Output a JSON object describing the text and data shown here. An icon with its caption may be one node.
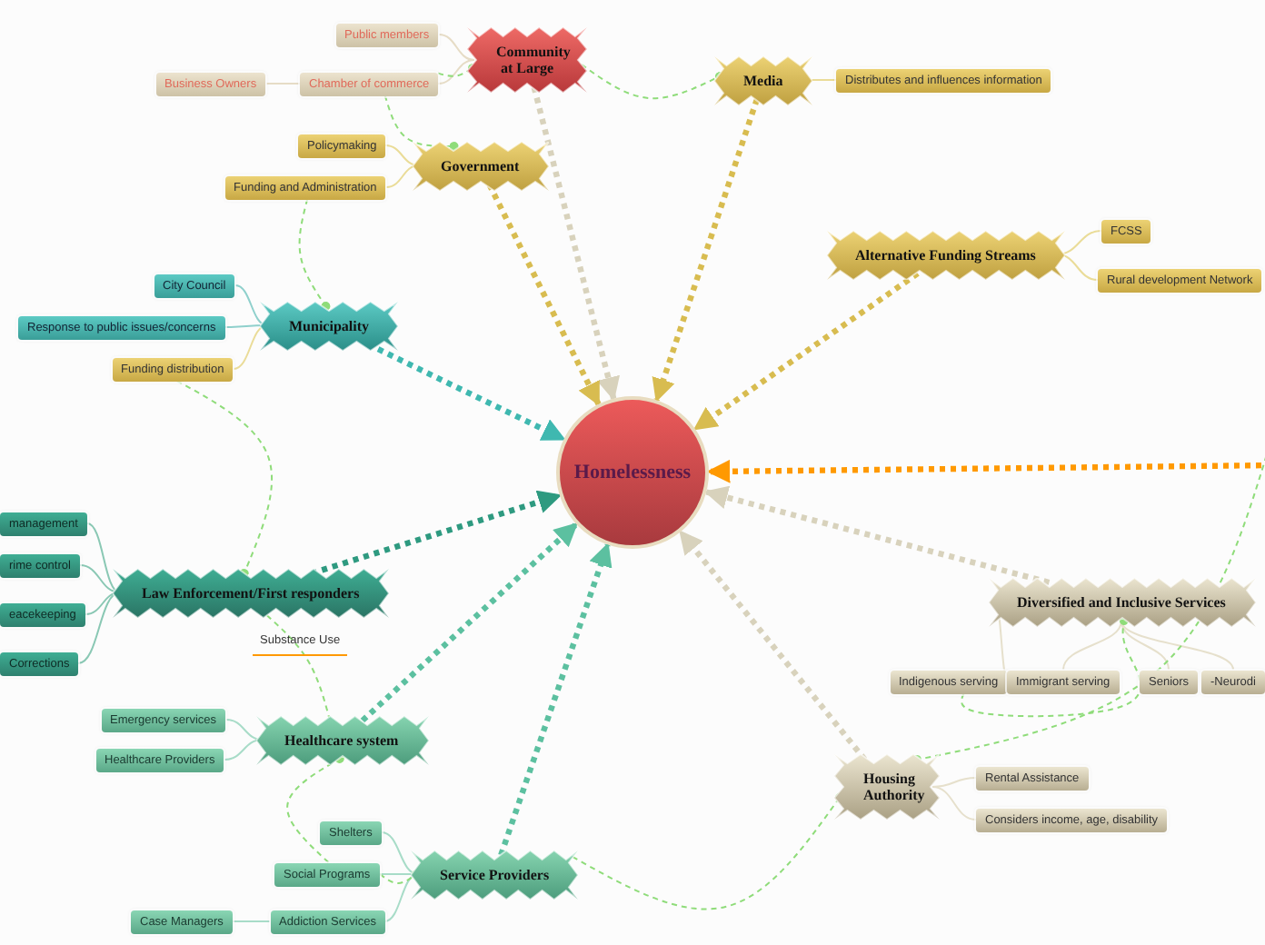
{
  "diagram": {
    "nodes": [
      {
        "text": [
          "Homelessness"
        ]
      },
      {
        "text": [
          "Community at Large"
        ]
      },
      {
        "text": [
          "Public members"
        ]
      },
      {
        "text": [
          "Business Owners"
        ]
      },
      {
        "text": [
          "Chamber of commerce"
        ]
      },
      {
        "text": [
          "Media"
        ]
      },
      {
        "text": [
          "Distributes and influences information"
        ]
      },
      {
        "text": [
          "Government"
        ]
      },
      {
        "text": [
          "Policymaking"
        ]
      },
      {
        "text": [
          "Funding and Administration"
        ]
      },
      {
        "text": [
          "Alternative Funding Streams"
        ]
      },
      {
        "text": [
          "FCSS"
        ]
      },
      {
        "text": [
          "Rural development Network"
        ]
      },
      {
        "text": [
          "Municipality"
        ]
      },
      {
        "text": [
          "City Council"
        ]
      },
      {
        "text": [
          "Response to public issues/concerns"
        ]
      },
      {
        "text": [
          "Funding distribution"
        ]
      },
      {
        "text": [
          "Law Enforcement/First responders"
        ]
      },
      {
        "text": [
          "management"
        ]
      },
      {
        "text": [
          "rime control"
        ]
      },
      {
        "text": [
          "eacekeeping"
        ]
      },
      {
        "text": [
          "Corrections"
        ]
      },
      {
        "text": [
          "Diversified and Inclusive Services"
        ]
      },
      {
        "text": [
          "Indigenous serving"
        ]
      },
      {
        "text": [
          "Immigrant serving"
        ]
      },
      {
        "text": [
          "Seniors"
        ]
      },
      {
        "text": [
          "-Neurodi"
        ]
      },
      {
        "text": [
          "Healthcare system"
        ]
      },
      {
        "text": [
          "Emergency services"
        ]
      },
      {
        "text": [
          "Healthcare Providers"
        ]
      },
      {
        "text": [
          "Housing Authority"
        ]
      },
      {
        "text": [
          "Rental Assistance"
        ]
      },
      {
        "text": [
          "Considers income, age, disability"
        ]
      },
      {
        "text": [
          "Service Providers"
        ]
      },
      {
        "text": [
          "Shelters"
        ]
      },
      {
        "text": [
          "Social Programs"
        ]
      },
      {
        "text": [
          "Addiction Services"
        ]
      },
      {
        "text": [
          "Case Managers"
        ]
      }
    ],
    "edges": [
      {
        "from": 1,
        "to": 0,
        "arrow": "to",
        "style": "dashed",
        "color": "#d8d2bc"
      },
      {
        "from": 5,
        "to": 0,
        "arrow": "to",
        "style": "dashed",
        "color": "#d8bc50"
      },
      {
        "from": 7,
        "to": 0,
        "arrow": "to",
        "style": "dashed",
        "color": "#d8bc50"
      },
      {
        "from": 10,
        "to": 0,
        "arrow": "to",
        "style": "dashed",
        "color": "#d8bc50"
      },
      {
        "from": 13,
        "to": 0,
        "arrow": "to",
        "style": "dashed",
        "color": "#3fb8b0"
      },
      {
        "from": 17,
        "to": 0,
        "arrow": "to",
        "style": "dashed",
        "color": "#2e9a80"
      },
      {
        "from": 27,
        "to": 0,
        "arrow": "to",
        "style": "dashed",
        "color": "#5cc0a0"
      },
      {
        "from": 33,
        "to": 0,
        "arrow": "to",
        "style": "dashed",
        "color": "#5cc0a0"
      },
      {
        "from": 30,
        "to": 0,
        "arrow": "to",
        "style": "dashed",
        "color": "#d8d2bc"
      },
      {
        "from": 22,
        "to": 0,
        "arrow": "to",
        "style": "dashed",
        "color": "#d8d2bc"
      },
      {
        "from": null,
        "to": 0,
        "arrow": "to",
        "style": "dashed",
        "color": "#ff9900"
      },
      {
        "from": 1,
        "to": 2,
        "arrow": "none",
        "color": "#e6dcc6"
      },
      {
        "from": 1,
        "to": 4,
        "arrow": "none",
        "color": "#e6dcc6"
      },
      {
        "from": 4,
        "to": 3,
        "arrow": "none",
        "color": "#e6dcc6"
      },
      {
        "from": 5,
        "to": 6,
        "arrow": "none",
        "color": "#eadc98"
      },
      {
        "from": 7,
        "to": 8,
        "arrow": "none",
        "color": "#eadc98"
      },
      {
        "from": 7,
        "to": 9,
        "arrow": "none",
        "color": "#eadc98"
      },
      {
        "from": 10,
        "to": 11,
        "arrow": "none",
        "color": "#eadc98"
      },
      {
        "from": 10,
        "to": 12,
        "arrow": "none",
        "color": "#eadc98"
      },
      {
        "from": 13,
        "to": 14,
        "arrow": "none",
        "color": "#8fd0cc"
      },
      {
        "from": 13,
        "to": 15,
        "arrow": "none",
        "color": "#8fd0cc"
      },
      {
        "from": 13,
        "to": 16,
        "arrow": "none",
        "color": "#eadc98"
      },
      {
        "from": 17,
        "to": 18,
        "arrow": "none",
        "color": "#8ac8b4"
      },
      {
        "from": 17,
        "to": 19,
        "arrow": "none",
        "color": "#8ac8b4"
      },
      {
        "from": 17,
        "to": 20,
        "arrow": "none",
        "color": "#8ac8b4"
      },
      {
        "from": 17,
        "to": 21,
        "arrow": "none",
        "color": "#8ac8b4"
      },
      {
        "from": 22,
        "to": 23,
        "arrow": "none",
        "color": "#e6e0cc"
      },
      {
        "from": 22,
        "to": 24,
        "arrow": "none",
        "color": "#e6e0cc"
      },
      {
        "from": 22,
        "to": 25,
        "arrow": "none",
        "color": "#e6e0cc"
      },
      {
        "from": 22,
        "to": 26,
        "arrow": "none",
        "color": "#e6e0cc"
      },
      {
        "from": 27,
        "to": 28,
        "arrow": "none",
        "color": "#a8dcc8"
      },
      {
        "from": 27,
        "to": 29,
        "arrow": "none",
        "color": "#a8dcc8"
      },
      {
        "from": 30,
        "to": 31,
        "arrow": "none",
        "color": "#e6e0cc"
      },
      {
        "from": 30,
        "to": 32,
        "arrow": "none",
        "color": "#e6e0cc"
      },
      {
        "from": 33,
        "to": 34,
        "arrow": "none",
        "color": "#a8dcc8"
      },
      {
        "from": 33,
        "to": 35,
        "arrow": "none",
        "color": "#a8dcc8"
      },
      {
        "from": 33,
        "to": 36,
        "arrow": "none",
        "color": "#a8dcc8"
      },
      {
        "from": 36,
        "to": 37,
        "arrow": "none",
        "color": "#a8dcc8"
      },
      {
        "from": 1,
        "to": 5,
        "arrow": "other",
        "style": "dashed",
        "color": "#8fdc7a"
      },
      {
        "from": 4,
        "to": 1,
        "arrow": "other",
        "style": "dashed",
        "color": "#8fdc7a"
      },
      {
        "from": 4,
        "to": 7,
        "arrow": "other",
        "style": "dashed",
        "color": "#8fdc7a"
      },
      {
        "from": 9,
        "to": 13,
        "arrow": "other",
        "style": "dashed",
        "color": "#8fdc7a"
      },
      {
        "from": 16,
        "to": 17,
        "arrow": "other",
        "style": "dashed",
        "color": "#8fdc7a"
      },
      {
        "from": 27,
        "to": 17,
        "arrow": "other",
        "style": "dashed",
        "color": "#8fdc7a"
      },
      {
        "from": 35,
        "to": 27,
        "arrow": "other",
        "style": "dashed",
        "color": "#8fdc7a"
      },
      {
        "from": 35,
        "to": 33,
        "arrow": "other",
        "style": "dashed",
        "color": "#8fdc7a"
      },
      {
        "from": 33,
        "to": 30,
        "arrow": "other",
        "style": "dashed",
        "color": "#8fdc7a"
      },
      {
        "from": null,
        "to": 30,
        "arrow": "other",
        "style": "dashed",
        "color": "#8fdc7a"
      },
      {
        "from": 23,
        "to": 22,
        "arrow": "other",
        "style": "dashed",
        "color": "#8fdc7a"
      }
    ],
    "labels": [
      "Substance Use"
    ]
  }
}
